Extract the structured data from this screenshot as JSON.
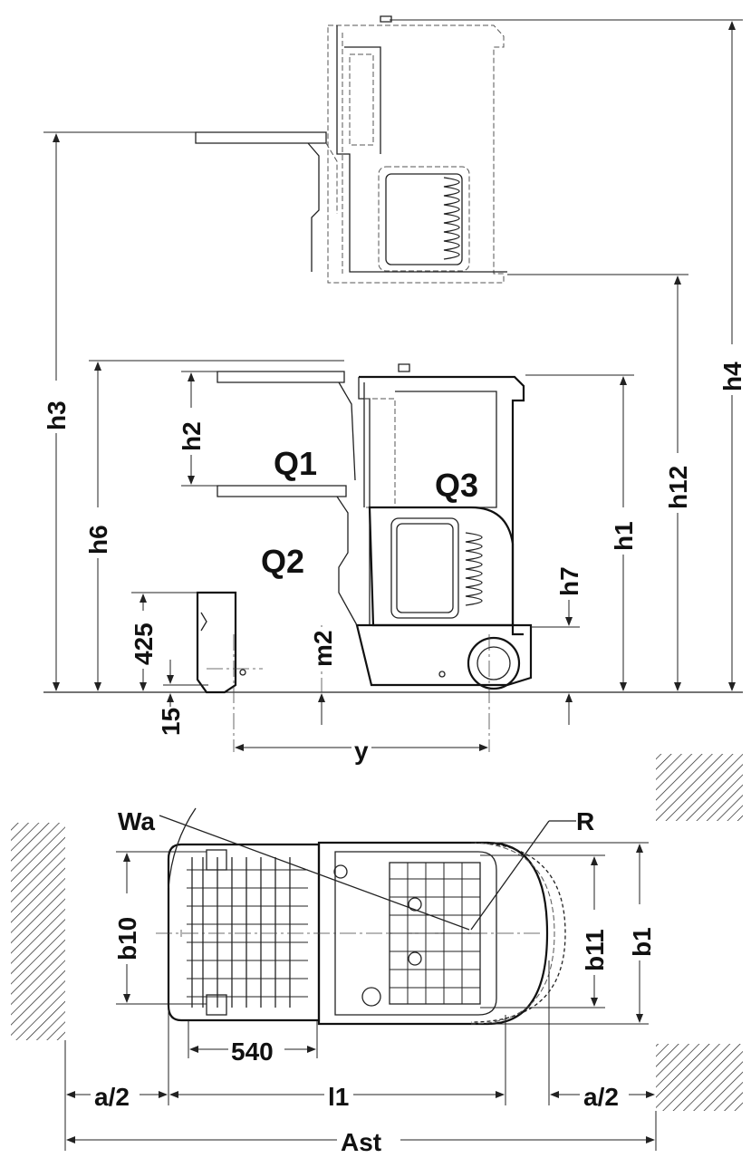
{
  "labels": {
    "h3": "h3",
    "h2": "h2",
    "h6": "h6",
    "h1": "h1",
    "h4": "h4",
    "h12": "h12",
    "h7": "h7",
    "m2": "m2",
    "q1": "Q1",
    "q2": "Q2",
    "q3": "Q3",
    "d425": "425",
    "d15": "15",
    "y": "y",
    "wa": "Wa",
    "r": "R",
    "b10": "b10",
    "b11": "b11",
    "b1": "b1",
    "d540": "540",
    "a2_left": "a/2",
    "l1": "l1",
    "a2_right": "a/2",
    "ast": "Ast"
  },
  "colors": {
    "line": "#222222",
    "background": "#ffffff"
  }
}
